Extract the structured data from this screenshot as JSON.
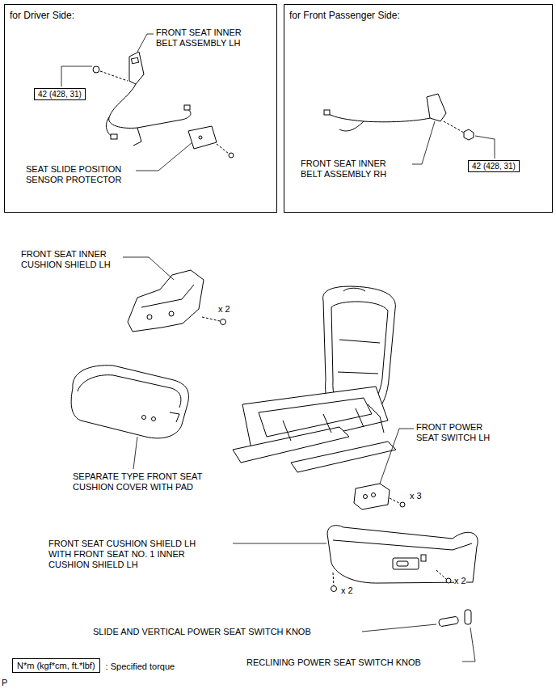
{
  "diagram": {
    "nodes": [
      {
        "text": [
          "for Driver Side:"
        ]
      },
      {
        "text": [
          "42 (428, 31)"
        ],
        "in": 0
      },
      {
        "text": [
          "for Front Passenger Side:"
        ]
      },
      {
        "text": [
          "42 (428, 31)"
        ],
        "in": 2
      },
      {
        "text": [
          "N*m (kgf*cm, ft.*lbf)",
          ": Specified torque"
        ]
      }
    ],
    "labels": [
      "FRONT SEAT INNER BELT ASSEMBLY LH",
      "SEAT SLIDE POSITION SENSOR PROTECTOR",
      "FRONT SEAT INNER BELT ASSEMBLY RH",
      "FRONT SEAT INNER CUSHION SHIELD LH",
      "x 2",
      "SEPARATE TYPE FRONT SEAT CUSHION COVER WITH PAD",
      "FRONT POWER SEAT SWITCH LH",
      "x 3",
      "FRONT SEAT CUSHION SHIELD LH WITH FRONT SEAT NO. 1 INNER CUSHION SHIELD LH",
      "x 2",
      "x 2",
      "SLIDE AND VERTICAL POWER SEAT SWITCH KNOB",
      "RECLINING POWER SEAT SWITCH KNOB",
      "P"
    ]
  }
}
